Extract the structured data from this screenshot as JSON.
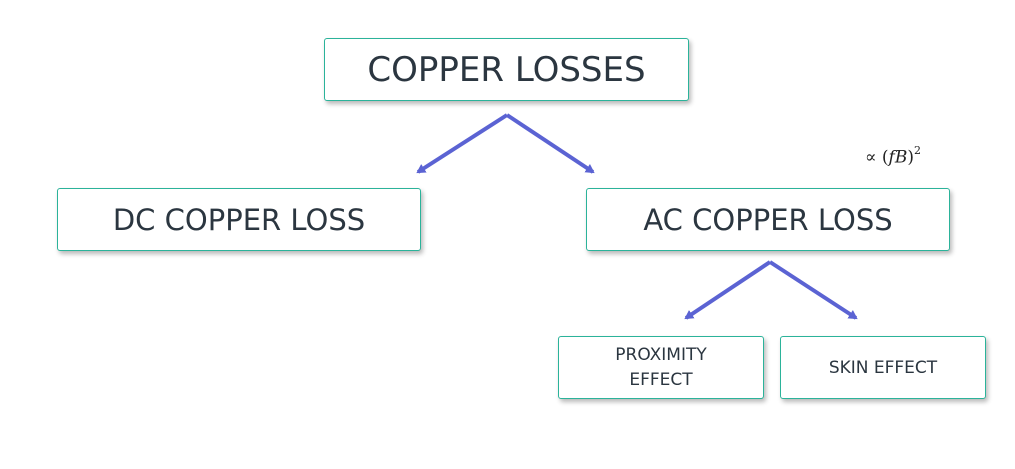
{
  "diagram": {
    "root": {
      "label": "COPPER LOSSES"
    },
    "dc": {
      "label": "DC COPPER LOSS"
    },
    "ac": {
      "label": "AC COPPER LOSS"
    },
    "proximity": {
      "line1": "PROXIMITY",
      "line2": "EFFECT"
    },
    "skin": {
      "label": "SKIN EFFECT"
    },
    "formula": {
      "prefix": "∝ (",
      "f": "f",
      "B": "B",
      "suffix": ")",
      "exponent": "2"
    }
  },
  "colors": {
    "arrow": "#5b63d3",
    "border": "#2bb39a",
    "text": "#2b3640"
  }
}
